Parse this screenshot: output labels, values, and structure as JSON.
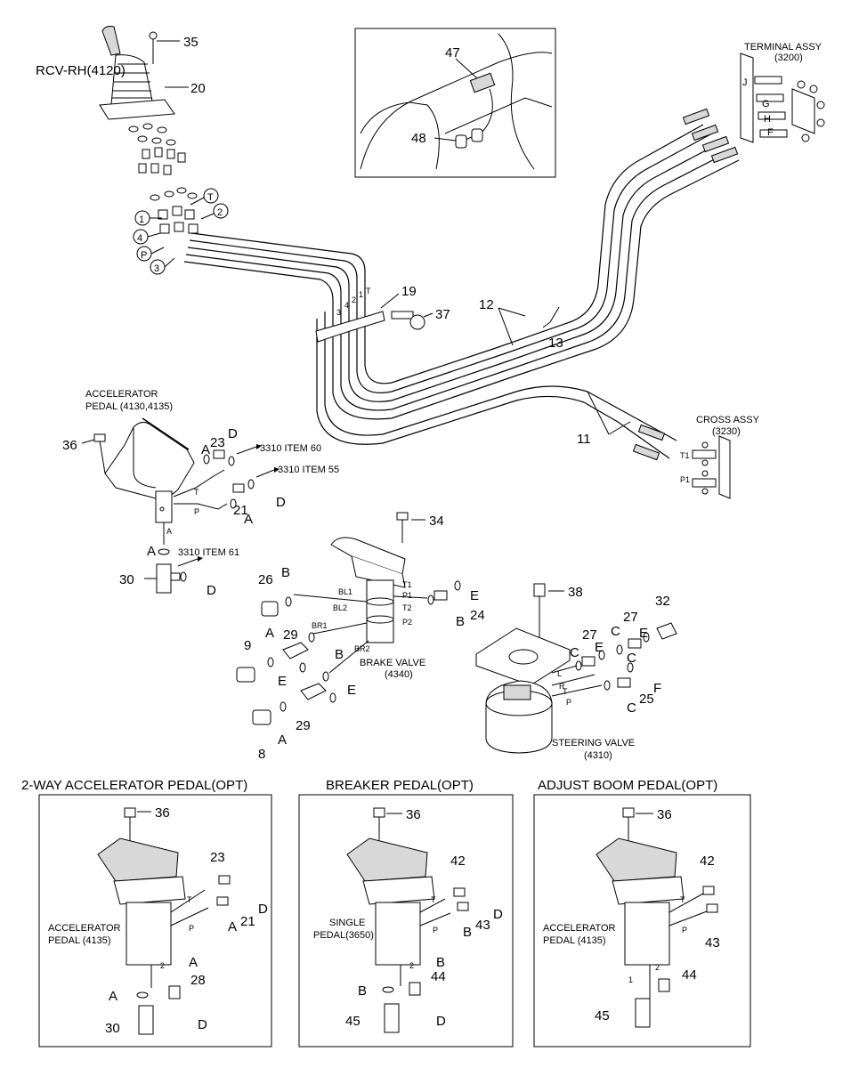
{
  "labels": {
    "rcv_rh": "RCV-RH(4120)",
    "terminal_assy": "TERMINAL ASSY",
    "terminal_no": "(3200)",
    "cross_assy": "CROSS ASSY",
    "cross_no": "(3230)",
    "accel_pedal_1": "ACCELERATOR",
    "accel_pedal_2": "PEDAL (4130,4135)",
    "item60": "3310 ITEM 60",
    "item55": "3310 ITEM 55",
    "item61": "3310 ITEM 61",
    "brake_valve": "BRAKE VALVE",
    "brake_no": "(4340)",
    "steering_valve": "STEERING VALVE",
    "steering_no": "(4310)",
    "opt1_title": "2-WAY ACCELERATOR PEDAL(OPT)",
    "opt2_title": "BREAKER PEDAL(OPT)",
    "opt3_title": "ADJUST BOOM PEDAL(OPT)",
    "opt1_pedal_1": "ACCELERATOR",
    "opt1_pedal_2": "PEDAL (4135)",
    "opt2_pedal_1": "SINGLE",
    "opt2_pedal_2": "PEDAL(3650)",
    "opt3_pedal_1": "ACCELERATOR",
    "opt3_pedal_2": "PEDAL (4135)"
  },
  "callouts": {
    "n35": "35",
    "n20": "20",
    "n47": "47",
    "n48": "48",
    "n19": "19",
    "n37": "37",
    "n12": "12",
    "n13": "13",
    "n11": "11",
    "n36": "36",
    "n23": "23",
    "n21": "21",
    "n34": "34",
    "n30": "30",
    "n26": "26",
    "n29a": "29",
    "n29b": "29",
    "n24": "24",
    "n9": "9",
    "n8": "8",
    "n38": "38",
    "n27a": "27",
    "n27b": "27",
    "n32": "32",
    "n25": "25",
    "o1_36": "36",
    "o1_23": "23",
    "o1_21": "21",
    "o1_28": "28",
    "o1_30": "30",
    "o2_36": "36",
    "o2_42": "42",
    "o2_43": "43",
    "o2_44": "44",
    "o2_45": "45",
    "o3_36": "36",
    "o3_42": "42",
    "o3_43": "43",
    "o3_44": "44",
    "o3_45": "45"
  },
  "port_circles": {
    "c1": "1",
    "c2": "2",
    "c3": "3",
    "c4": "4",
    "cT": "T",
    "cP": "P"
  },
  "letters": {
    "A": "A",
    "B": "B",
    "C": "C",
    "D": "D",
    "E": "E",
    "F": "F",
    "G": "G",
    "H": "H",
    "J": "J",
    "T": "T",
    "P": "P",
    "T1": "T1",
    "P1": "P1",
    "T2": "T2",
    "P2": "P2",
    "BL1": "BL1",
    "BL2": "BL2",
    "BR1": "BR1",
    "BR2": "BR2",
    "L": "L",
    "R": "R",
    "one": "1",
    "two": "2",
    "three": "3",
    "four": "4"
  }
}
